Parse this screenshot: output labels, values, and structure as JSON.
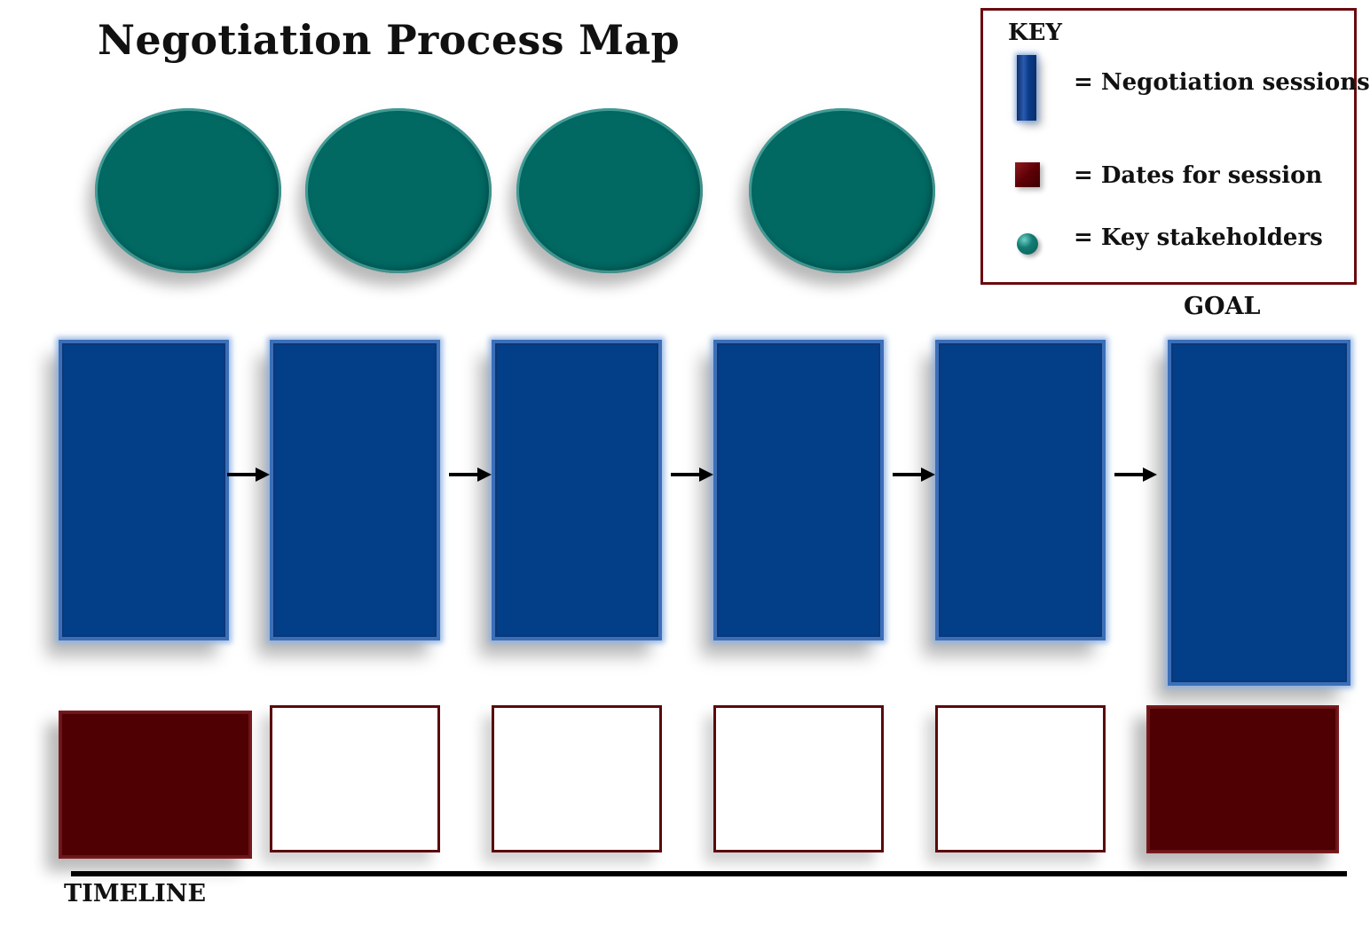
{
  "title": "Negotiation Process Map",
  "key": {
    "heading": "KEY",
    "items": [
      {
        "icon": "negotiation-session-icon",
        "label": "= Negotiation sessions"
      },
      {
        "icon": "date-square-icon",
        "label": "= Dates for session"
      },
      {
        "icon": "stakeholder-circle-icon",
        "label": "= Key stakeholders"
      }
    ]
  },
  "goal_label": "GOAL",
  "timeline_label": "TIMELINE",
  "colors": {
    "stakeholder": "#016862",
    "session": "#023f88",
    "date_fill": "#4e0003",
    "key_border": "#6b0a0e"
  }
}
